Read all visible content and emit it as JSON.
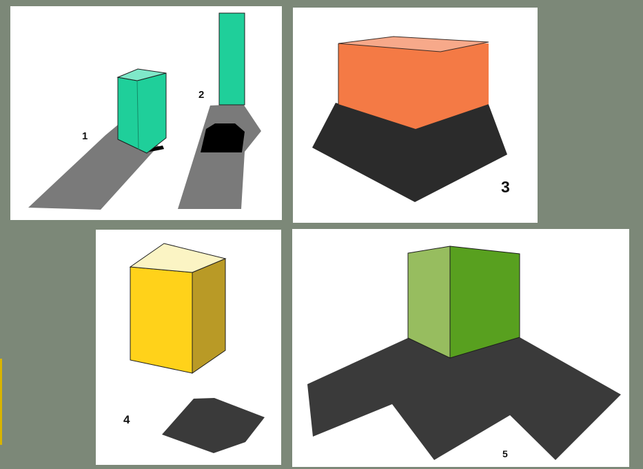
{
  "labels": {
    "fig1": "1",
    "fig2": "2",
    "fig3": "3",
    "fig4": "4",
    "fig5": "5"
  },
  "colors": {
    "background": "#7c8878",
    "panel": "#ffffff",
    "teal_front": "#1fcf9a",
    "teal_top": "#7fe8c9",
    "orange_front": "#f47a45",
    "orange_top": "#f7a98a",
    "yellow_front": "#ffd21a",
    "yellow_side": "#b99a26",
    "yellow_top": "#fbf4c4",
    "green_left": "#97bd5f",
    "green_right": "#58a01f",
    "shadow_light": "#7a7a7a",
    "shadow_dark": "#2b2b2b",
    "shadow_black": "#000000"
  }
}
